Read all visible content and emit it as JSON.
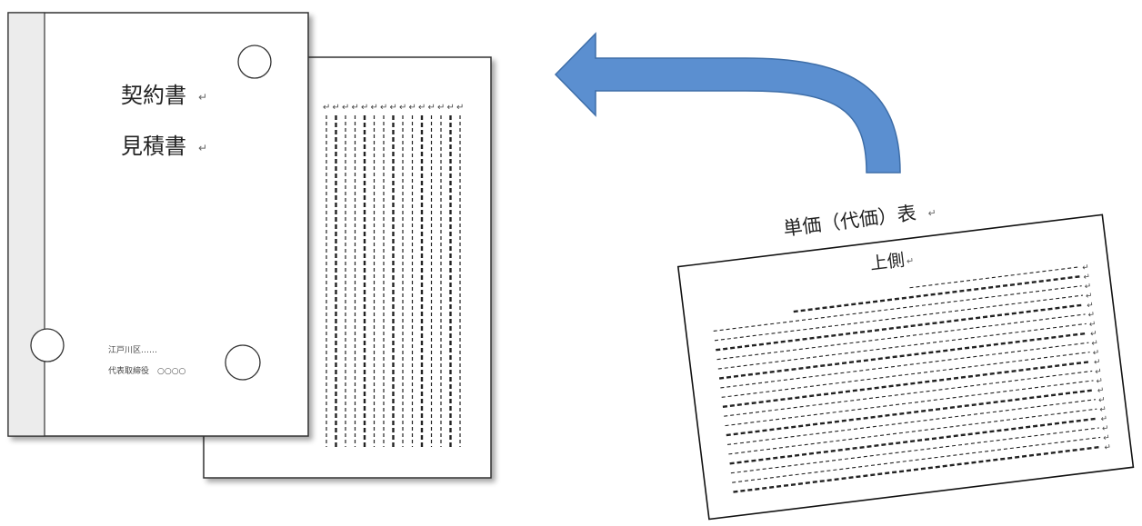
{
  "front_document": {
    "title_contract": "契約書",
    "title_estimate": "見積書",
    "address": "江戸川区……",
    "representative": "代表取締役　○○○○"
  },
  "price_table": {
    "title": "単価（代価）表",
    "orientation_label": "上側"
  },
  "glyphs": {
    "paragraph_mark": "↵"
  },
  "colors": {
    "arrow_fill": "#5b8fd0",
    "arrow_stroke": "#3e6ea8",
    "page_border": "#333333",
    "binding_strip": "#ececec",
    "dash_line": "#222222"
  }
}
